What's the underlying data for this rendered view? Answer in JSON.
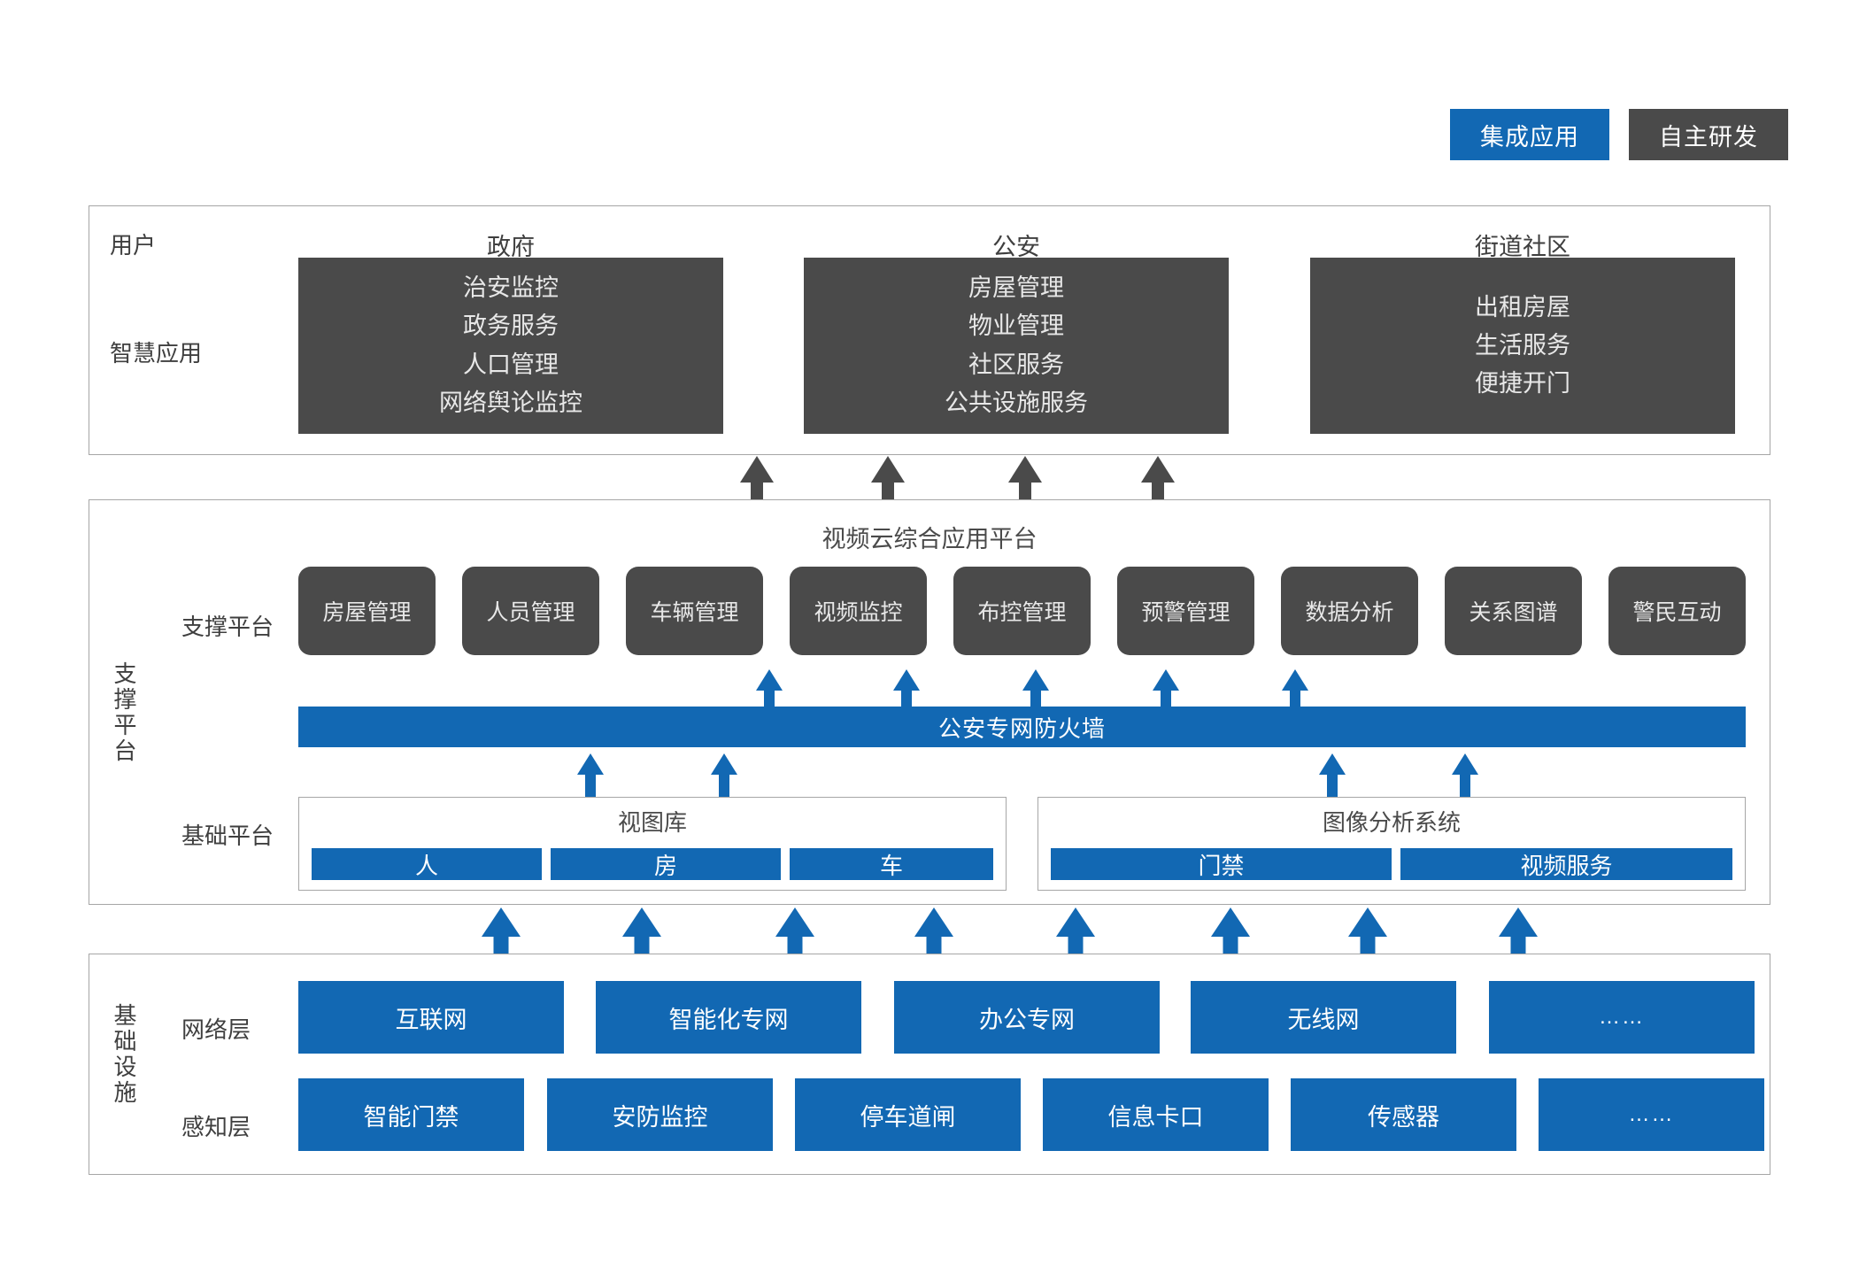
{
  "legend": {
    "items": [
      {
        "label": "集成应用",
        "color": "#1268b3",
        "name": "integrated-application"
      },
      {
        "label": "自主研发",
        "color": "#4a4a4a",
        "name": "self-developed"
      }
    ]
  },
  "application_layer": {
    "row_labels": {
      "user": "用户",
      "smart_application": "智慧应用"
    },
    "groups": [
      {
        "title": "政府",
        "items": [
          "治安监控",
          "政务服务",
          "人口管理",
          "网络舆论监控"
        ]
      },
      {
        "title": "公安",
        "items": [
          "房屋管理",
          "物业管理",
          "社区服务",
          "公共设施服务"
        ]
      },
      {
        "title": "街道社区",
        "items": [
          "出租房屋",
          "生活服务",
          "便捷开门"
        ]
      }
    ]
  },
  "support_platform": {
    "side_label": "支撑平台",
    "title": "视频云综合应用平台",
    "row_label_support": "支撑平台",
    "row_label_base": "基础平台",
    "modules": [
      "房屋管理",
      "人员管理",
      "车辆管理",
      "视频监控",
      "布控管理",
      "预警管理",
      "数据分析",
      "关系图谱",
      "警民互动"
    ],
    "firewall": "公安专网防火墙",
    "base_groups": [
      {
        "title": "视图库",
        "items": [
          "人",
          "房",
          "车"
        ]
      },
      {
        "title": "图像分析系统",
        "items": [
          "门禁",
          "视频服务"
        ]
      }
    ]
  },
  "infrastructure": {
    "side_label": "基础设施",
    "network_layer": {
      "label": "网络层",
      "items": [
        "互联网",
        "智能化专网",
        "办公专网",
        "无线网",
        "……"
      ]
    },
    "sensing_layer": {
      "label": "感知层",
      "items": [
        "智能门禁",
        "安防监控",
        "停车道闸",
        "信息卡口",
        "传感器",
        "……"
      ]
    }
  },
  "colors": {
    "accent_blue": "#1268b3",
    "dark_gray": "#4a4a4a",
    "border_gray": "#a6a6a6"
  }
}
